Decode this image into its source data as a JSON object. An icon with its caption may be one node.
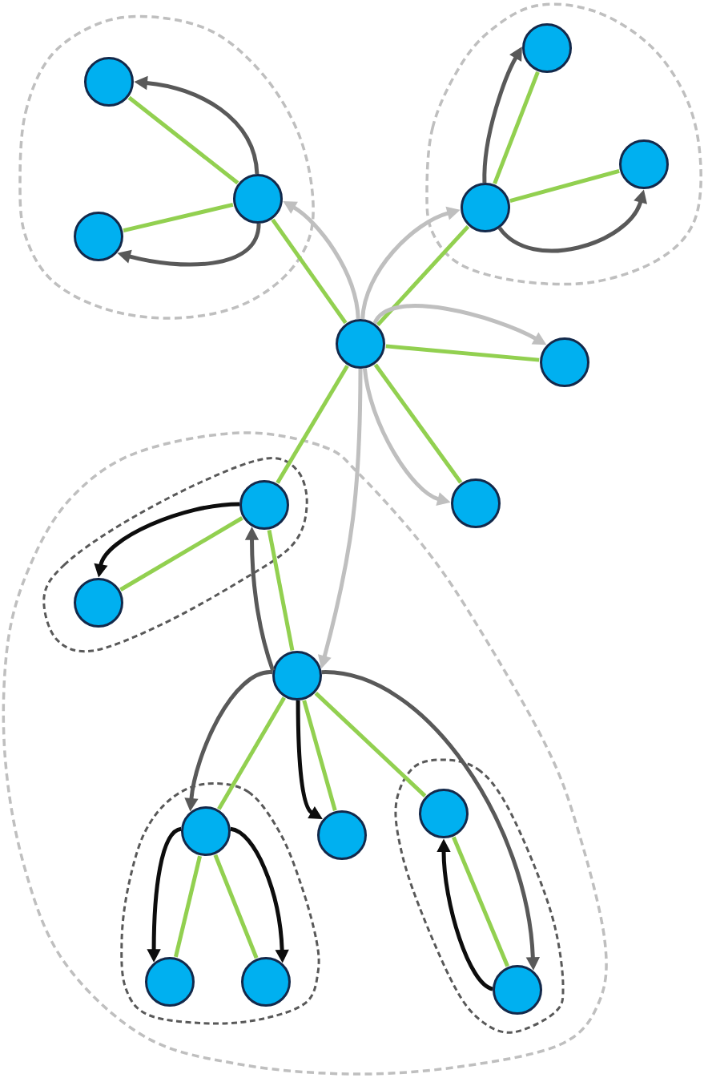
{
  "diagram": {
    "nodes": [
      {
        "text": [],
        "shape": "blob"
      },
      {
        "text": [],
        "shape": "circle",
        "in": 0
      },
      {
        "text": [],
        "shape": "circle",
        "in": 0
      },
      {
        "text": [],
        "shape": "circle",
        "in": 0
      },
      {
        "text": [],
        "shape": "blob"
      },
      {
        "text": [],
        "shape": "circle",
        "in": 4
      },
      {
        "text": [],
        "shape": "circle",
        "in": 4
      },
      {
        "text": [],
        "shape": "circle",
        "in": 4
      },
      {
        "text": [],
        "shape": "circle"
      },
      {
        "text": [],
        "shape": "circle"
      },
      {
        "text": [],
        "shape": "circle"
      },
      {
        "text": [],
        "shape": "blob"
      },
      {
        "text": [],
        "shape": "blob",
        "in": 11
      },
      {
        "text": [],
        "shape": "circle",
        "in": 12
      },
      {
        "text": [],
        "shape": "circle",
        "in": 12
      },
      {
        "text": [],
        "shape": "circle",
        "in": 11
      },
      {
        "text": [],
        "shape": "blob",
        "in": 11
      },
      {
        "text": [],
        "shape": "circle",
        "in": 16
      },
      {
        "text": [],
        "shape": "circle",
        "in": 16
      },
      {
        "text": [],
        "shape": "circle",
        "in": 16
      },
      {
        "text": [],
        "shape": "circle",
        "in": 11
      },
      {
        "text": [],
        "shape": "blob",
        "in": 11
      },
      {
        "text": [],
        "shape": "circle",
        "in": 21
      },
      {
        "text": [],
        "shape": "circle",
        "in": 21
      }
    ],
    "edges": [
      {
        "from": 8,
        "to": 2,
        "arrow": "none"
      },
      {
        "from": 2,
        "to": 1,
        "arrow": "none"
      },
      {
        "from": 2,
        "to": 3,
        "arrow": "none"
      },
      {
        "from": 8,
        "to": 7,
        "arrow": "none"
      },
      {
        "from": 7,
        "to": 5,
        "arrow": "none"
      },
      {
        "from": 7,
        "to": 6,
        "arrow": "none"
      },
      {
        "from": 8,
        "to": 9,
        "arrow": "none"
      },
      {
        "from": 8,
        "to": 10,
        "arrow": "none"
      },
      {
        "from": 8,
        "to": 13,
        "arrow": "none"
      },
      {
        "from": 13,
        "to": 14,
        "arrow": "none"
      },
      {
        "from": 13,
        "to": 15,
        "arrow": "none"
      },
      {
        "from": 15,
        "to": 17,
        "arrow": "none"
      },
      {
        "from": 17,
        "to": 18,
        "arrow": "none"
      },
      {
        "from": 17,
        "to": 19,
        "arrow": "none"
      },
      {
        "from": 15,
        "to": 20,
        "arrow": "none"
      },
      {
        "from": 15,
        "to": 22,
        "arrow": "none"
      },
      {
        "from": 22,
        "to": 23,
        "arrow": "none"
      },
      {
        "from": 8,
        "to": 2,
        "arrow": "to",
        "color": "#bfbfbf"
      },
      {
        "from": 8,
        "to": 7,
        "arrow": "to",
        "color": "#bfbfbf"
      },
      {
        "from": 8,
        "to": 9,
        "arrow": "to",
        "color": "#bfbfbf"
      },
      {
        "from": 8,
        "to": 10,
        "arrow": "to",
        "color": "#bfbfbf"
      },
      {
        "from": 8,
        "to": 15,
        "arrow": "to",
        "color": "#bfbfbf"
      },
      {
        "from": 2,
        "to": 1,
        "arrow": "to",
        "color": "#595959"
      },
      {
        "from": 2,
        "to": 3,
        "arrow": "to",
        "color": "#595959"
      },
      {
        "from": 7,
        "to": 5,
        "arrow": "to",
        "color": "#595959"
      },
      {
        "from": 7,
        "to": 6,
        "arrow": "to",
        "color": "#595959"
      },
      {
        "from": 15,
        "to": 13,
        "arrow": "to",
        "color": "#595959"
      },
      {
        "from": 15,
        "to": 17,
        "arrow": "to",
        "color": "#595959"
      },
      {
        "from": 15,
        "to": 23,
        "arrow": "to",
        "color": "#595959"
      },
      {
        "from": 13,
        "to": 14,
        "arrow": "to",
        "color": "#0d0d0d"
      },
      {
        "from": 15,
        "to": 20,
        "arrow": "to",
        "color": "#0d0d0d"
      },
      {
        "from": 17,
        "to": 18,
        "arrow": "to",
        "color": "#0d0d0d"
      },
      {
        "from": 17,
        "to": 19,
        "arrow": "to",
        "color": "#0d0d0d"
      },
      {
        "from": 23,
        "to": 22,
        "arrow": "to",
        "color": "#0d0d0d"
      }
    ]
  }
}
